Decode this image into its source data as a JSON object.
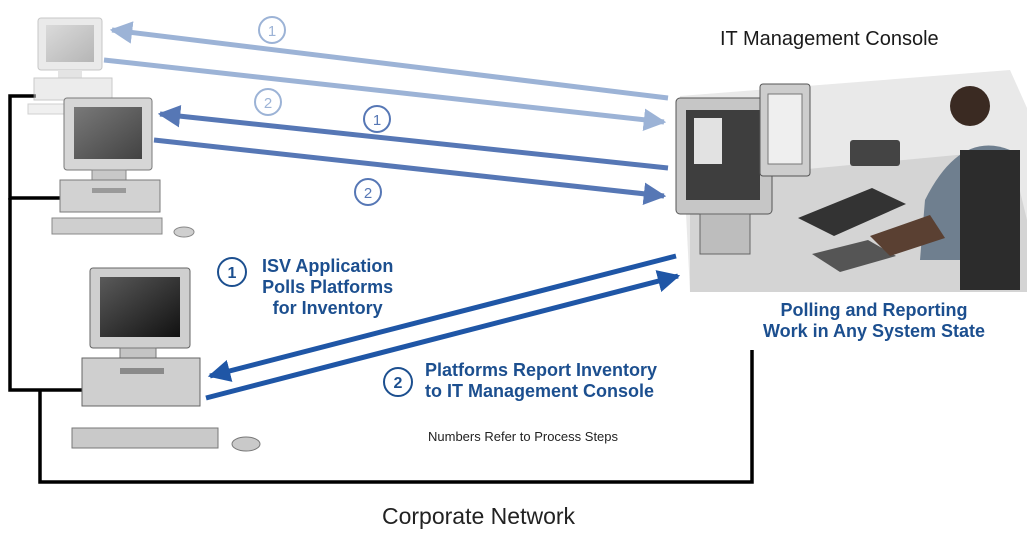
{
  "diagram": {
    "console_title": "IT Management Console",
    "network_label": "Corporate Network",
    "step1_badge": "1",
    "step2_badge": "2",
    "step1_lines": [
      "ISV Application",
      "Polls Platforms",
      "for Inventory"
    ],
    "step2_lines": [
      "Platforms Report Inventory",
      "to IT Management Console"
    ],
    "status_lines": [
      "Polling and Reporting",
      "Work in Any System State"
    ],
    "note": "Numbers Refer to Process Steps",
    "colors": {
      "arrow_light": "#9cb3d6",
      "arrow_mid": "#5677b5",
      "arrow_dark": "#1f56a6",
      "text_blue": "#1c4f8f",
      "network_line": "#000000"
    },
    "icons": [
      "desktop-computer-icon",
      "monitor-icon",
      "keyboard-icon",
      "mouse-icon",
      "operator-photo"
    ]
  }
}
